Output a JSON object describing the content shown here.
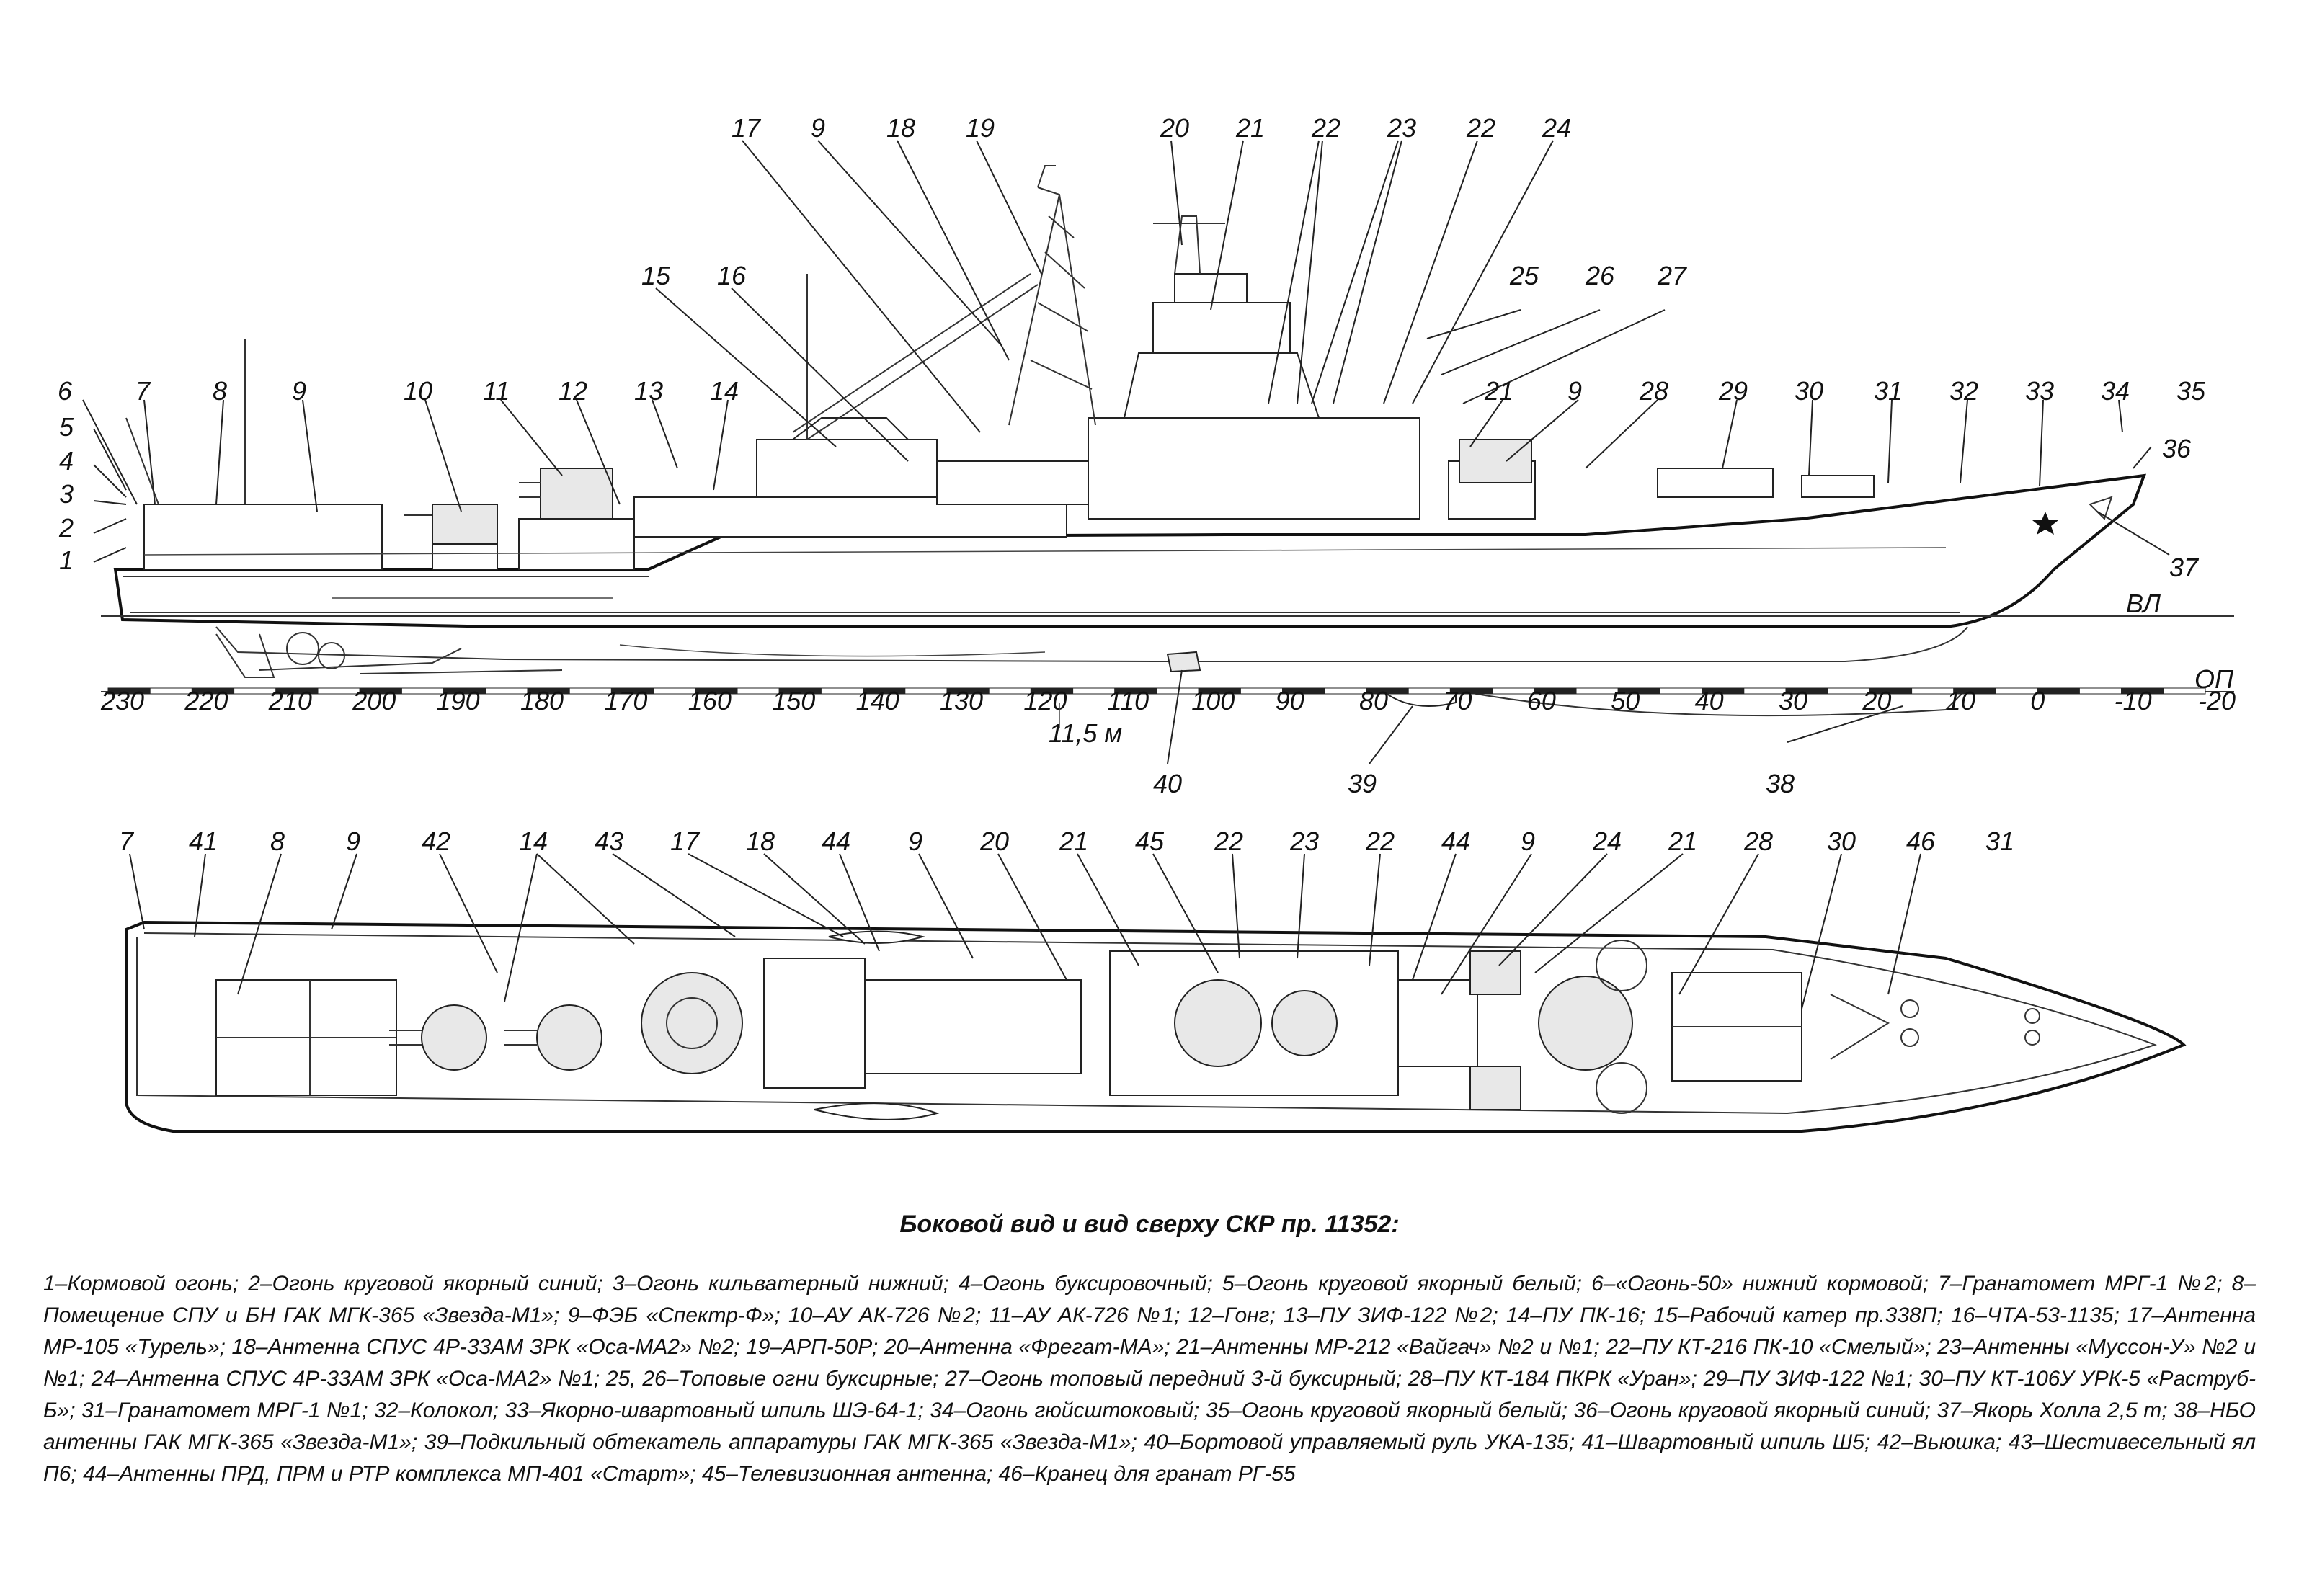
{
  "caption": "Боковой вид и вид сверху СКР пр. 11352:",
  "legend": "1–Кормовой огонь; 2–Огонь круговой якорный синий; 3–Огонь кильватерный нижний; 4–Огонь буксировочный; 5–Огонь круговой якорный белый; 6–«Огонь-50» нижний кормовой; 7–Гранатомет МРГ-1 №2; 8–Помещение СПУ и БН ГАК МГК-365 «Звезда-М1»; 9–ФЭБ «Спектр-Ф»; 10–АУ АК-726 №2; 11–АУ АК-726 №1; 12–Гонг; 13–ПУ ЗИФ-122 №2; 14–ПУ ПК-16; 15–Рабочий катер пр.338П; 16–ЧТА-53-1135; 17–Антенна МР-105 «Турель»; 18–Антенна СПУС 4Р-33АМ ЗРК «Оса-МА2» №2; 19–АРП-50Р; 20–Антенна «Фрегат-МА»; 21–Антенны МР-212 «Вайгач» №2 и №1; 22–ПУ КТ-216 ПК-10 «Смелый»; 23–Антенны «Муссон-У» №2 и №1; 24–Антенна СПУС 4Р-33АМ ЗРК «Оса-МА2» №1; 25, 26–Топовые огни буксирные; 27–Огонь топовый передний 3-й буксирный; 28–ПУ КТ-184 ПКРК «Уран»; 29–ПУ ЗИФ-122 №1; 30–ПУ КТ-106У УРК-5 «Раструб-Б»; 31–Гранатомет МРГ-1 №1; 32–Колокол; 33–Якорно-швартовный шпиль ШЭ-64-1; 34–Огонь гюйсштоковый; 35–Огонь круговой якорный белый; 36–Огонь круговой якорный синий; 37–Якорь Холла 2,5 т; 38–НБО антенны ГАК МГК-365 «Звезда-М1»; 39–Подкильный обтекатель аппаратуры ГАК МГК-365 «Звезда-М1»; 40–Бортовой управляемый руль УКА-135; 41–Швартовный шпиль Ш5; 42–Вьюшка; 43–Шестивесельный ял П6; 44–Антенны ПРД, ПРМ и РТР комплекса МП-401 «Старт»; 45–Телевизионная антенна; 46–Кранец для гранат РГ-55",
  "side_view": {
    "callouts_top": [
      "17",
      "9",
      "18",
      "19",
      "20",
      "21",
      "22",
      "23",
      "22",
      "24",
      "25",
      "26",
      "27",
      "15",
      "16",
      "6",
      "7",
      "8",
      "9",
      "10",
      "11",
      "12",
      "13",
      "14",
      "21",
      "9",
      "28",
      "29",
      "30",
      "31",
      "32",
      "33",
      "34",
      "35",
      "36"
    ],
    "callouts_left": [
      "5",
      "4",
      "3",
      "2",
      "1"
    ],
    "callouts_bottom": [
      "40",
      "39",
      "38",
      "37"
    ],
    "waterline_label": "ВЛ",
    "draft_label": "11,5 м",
    "ruler_ticks": [
      "230",
      "220",
      "210",
      "200",
      "190",
      "180",
      "170",
      "160",
      "150",
      "140",
      "130",
      "120",
      "110",
      "100",
      "90",
      "80",
      "70",
      "60",
      "50",
      "40",
      "30",
      "20",
      "10",
      "0",
      "-10",
      "-20"
    ],
    "ruler_end_label": "ОП"
  },
  "top_view": {
    "callouts": [
      "7",
      "41",
      "8",
      "9",
      "42",
      "14",
      "43",
      "17",
      "18",
      "44",
      "9",
      "20",
      "21",
      "45",
      "22",
      "23",
      "22",
      "44",
      "9",
      "24",
      "21",
      "28",
      "30",
      "46",
      "31"
    ]
  }
}
